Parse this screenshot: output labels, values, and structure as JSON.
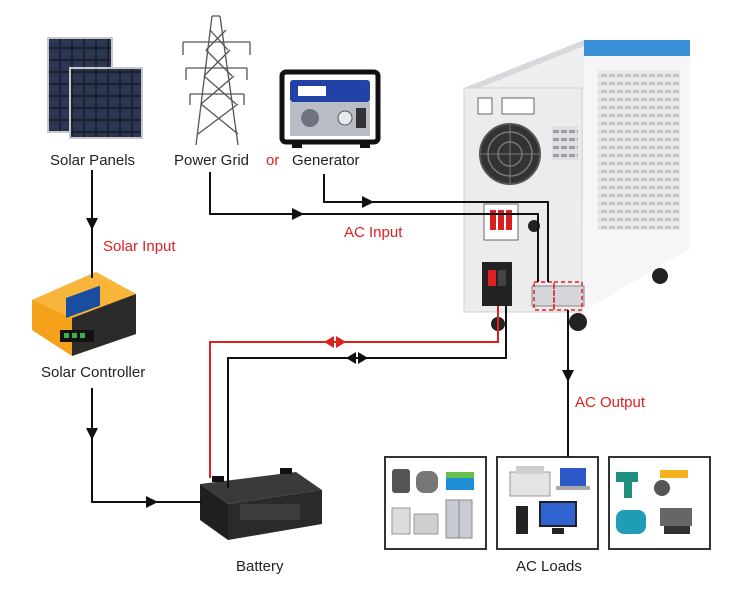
{
  "labels": {
    "solar_panels": "Solar Panels",
    "power_grid": "Power Grid",
    "or": "or",
    "generator": "Generator",
    "solar_input": "Solar Input",
    "ac_input": "AC Input",
    "solar_controller": "Solar Controller",
    "ac_output": "AC Output",
    "battery": "Battery",
    "ac_loads": "AC Loads"
  },
  "colors": {
    "wire": "#111111",
    "dc_positive": "#e02020",
    "annotation": "#e02020",
    "controller_orange": "#f5a11a",
    "inverter_body": "#f1f1f3",
    "inverter_trim": "#3b8fd6"
  },
  "icons": [
    "solar-panel-icon",
    "power-pylon-icon",
    "generator-icon",
    "solar-controller-icon",
    "inverter-icon",
    "battery-icon",
    "appliances-icon",
    "electronics-icon",
    "power-tools-icon"
  ]
}
